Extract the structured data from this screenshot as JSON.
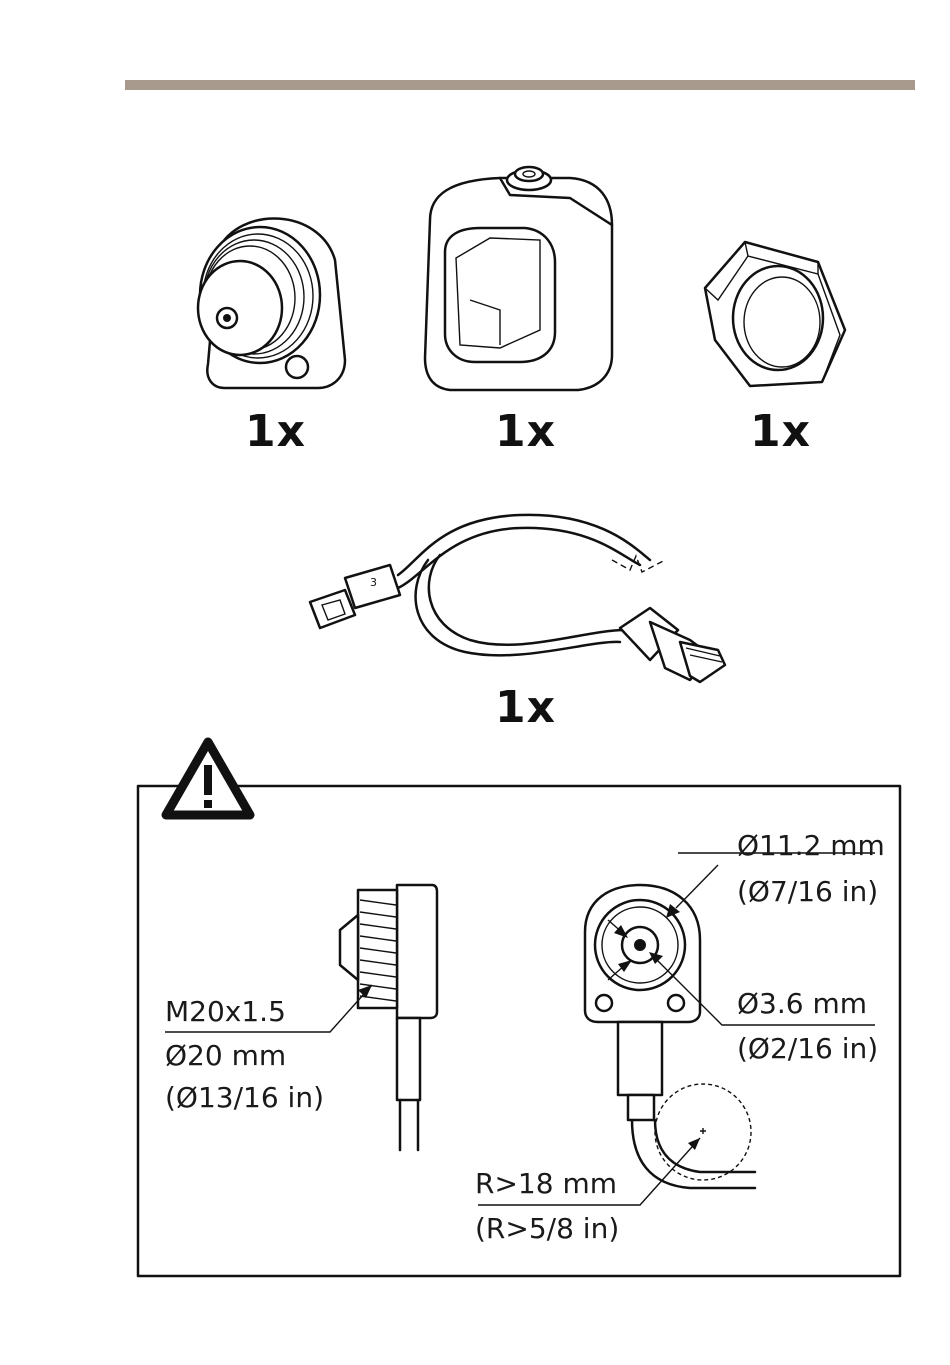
{
  "parts": [
    {
      "name": "camera-sensor-unit",
      "quantity": "1x"
    },
    {
      "name": "mounting-bracket",
      "quantity": "1x"
    },
    {
      "name": "hex-nut",
      "quantity": "1x"
    },
    {
      "name": "cable",
      "quantity": "1x"
    }
  ],
  "warning": {
    "icon": "warning-triangle-icon",
    "thread_label": "M20x1.5",
    "thread_diameter_mm": "Ø20 mm",
    "thread_diameter_in": "(Ø13/16 in)",
    "outer_diameter_mm": "Ø11.2 mm",
    "outer_diameter_in": "(Ø7/16 in)",
    "lens_diameter_mm": "Ø3.6 mm",
    "lens_diameter_in": "(Ø2/16 in)",
    "bend_radius_mm": "R>18 mm",
    "bend_radius_in": "(R>5/8 in)"
  },
  "colors": {
    "header_bar": "#a89b8e",
    "line": "#111111"
  }
}
